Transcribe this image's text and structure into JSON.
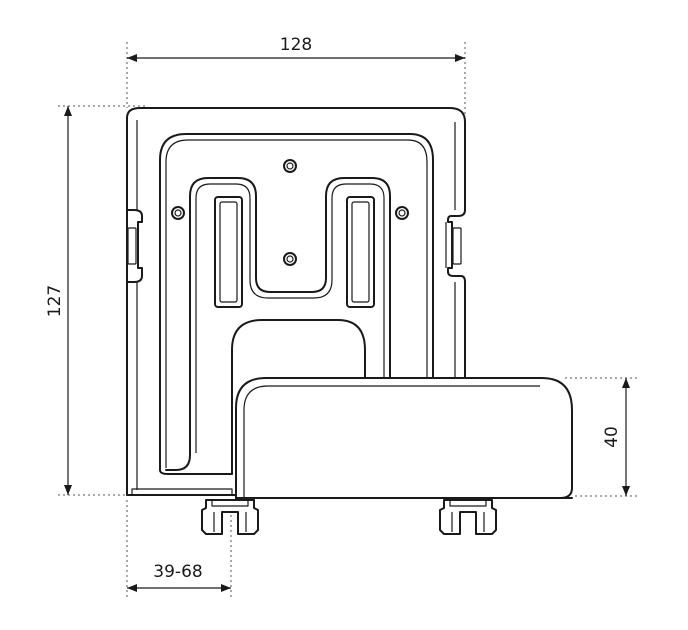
{
  "dimensions": {
    "width": "128",
    "height": "127",
    "shelf_height": "40",
    "clamp_range": "39-68"
  }
}
